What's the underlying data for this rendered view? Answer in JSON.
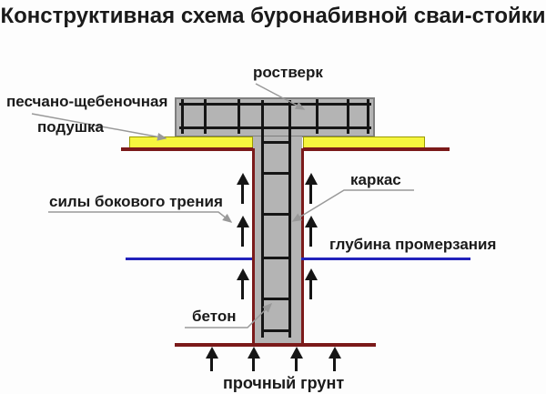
{
  "title": "Конструктивная схема буронабивной сваи-стойки",
  "labels": {
    "grillage": "ростверк",
    "cushion_line1": "песчано-щебеночная",
    "cushion_line2": "подушка",
    "friction_forces": "силы бокового трения",
    "reinforcement_cage": "каркас",
    "frost_depth": "глубина промерзания",
    "concrete": "бетон",
    "solid_ground": "прочный грунт"
  },
  "colors": {
    "concrete_gray": "#b4b4b4",
    "cap_border_gray": "#7e7e7e",
    "cushion_yellow": "#f6f63e",
    "cushion_border_olive": "#9a9a00",
    "ground_red": "#7b1a1a",
    "frost_blue": "#2222bb",
    "rebar_black": "#151515",
    "leader_gray": "#999999",
    "text_black": "#1a1a1a",
    "background": "#fdfdfd"
  }
}
